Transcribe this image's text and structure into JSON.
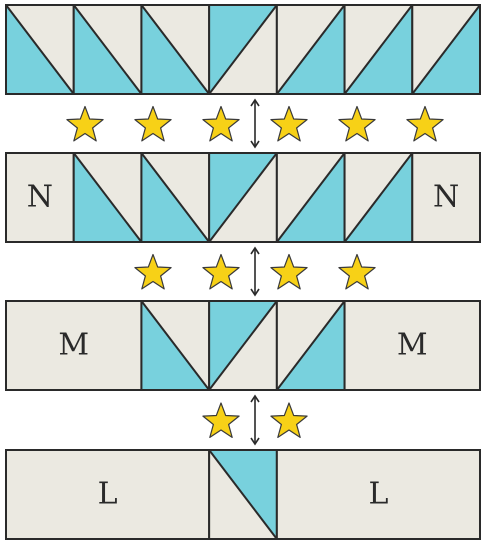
{
  "colors": {
    "cream": "#ebe9e1",
    "blue": "#78d1dd",
    "outline": "#2a2a2a",
    "star_fill": "#f7d117",
    "star_stroke": "#3a3a3a",
    "arrow": "#2a2a2a"
  },
  "rows": [
    {
      "name": "top-strip",
      "cells": [
        {
          "kind": "tri",
          "blue": "bl"
        },
        {
          "kind": "tri",
          "blue": "bl"
        },
        {
          "kind": "tri",
          "blue": "bl"
        },
        {
          "kind": "tri",
          "blue": "tl"
        },
        {
          "kind": "tri",
          "blue": "br"
        },
        {
          "kind": "tri",
          "blue": "br"
        },
        {
          "kind": "tri",
          "blue": "br"
        }
      ]
    },
    {
      "name": "n-strip",
      "cells": [
        {
          "kind": "label",
          "text": "N"
        },
        {
          "kind": "tri",
          "blue": "bl"
        },
        {
          "kind": "tri",
          "blue": "bl"
        },
        {
          "kind": "tri",
          "blue": "tl"
        },
        {
          "kind": "tri",
          "blue": "br"
        },
        {
          "kind": "tri",
          "blue": "br"
        },
        {
          "kind": "label",
          "text": "N"
        }
      ]
    },
    {
      "name": "m-strip",
      "cells": [
        {
          "kind": "label",
          "text": "M",
          "span": 2
        },
        {
          "kind": "tri",
          "blue": "bl"
        },
        {
          "kind": "tri",
          "blue": "tl"
        },
        {
          "kind": "tri",
          "blue": "br"
        },
        {
          "kind": "label",
          "text": "M",
          "span": 2
        }
      ]
    },
    {
      "name": "l-strip",
      "cells": [
        {
          "kind": "label",
          "text": "L",
          "span": 3
        },
        {
          "kind": "tri",
          "blue": "tr"
        },
        {
          "kind": "label",
          "text": "L",
          "span": 3
        }
      ]
    }
  ],
  "star_rows": [
    {
      "name": "stars-1",
      "count": 6,
      "between": [
        0,
        1
      ]
    },
    {
      "name": "stars-2",
      "count": 4,
      "between": [
        1,
        2
      ]
    },
    {
      "name": "stars-3",
      "count": 2,
      "between": [
        2,
        3
      ]
    }
  ]
}
